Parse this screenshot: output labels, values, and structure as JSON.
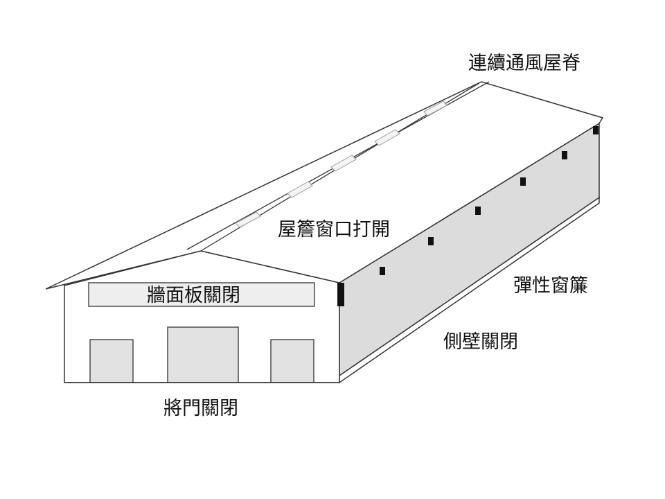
{
  "labels": {
    "ridge_vent": "連續通風屋脊",
    "eave_vent": "屋簷窗口打開",
    "curtain": "彈性窗簾",
    "wall_panel": "牆面板關閉",
    "side_wall": "側壁關閉",
    "end_doors": "將門關閉"
  },
  "colors": {
    "line": "#333333",
    "side_curtain": "#dcdcdc",
    "door": "#e2e2e2",
    "roof": "#ffffff",
    "vent_block": "#111111"
  }
}
